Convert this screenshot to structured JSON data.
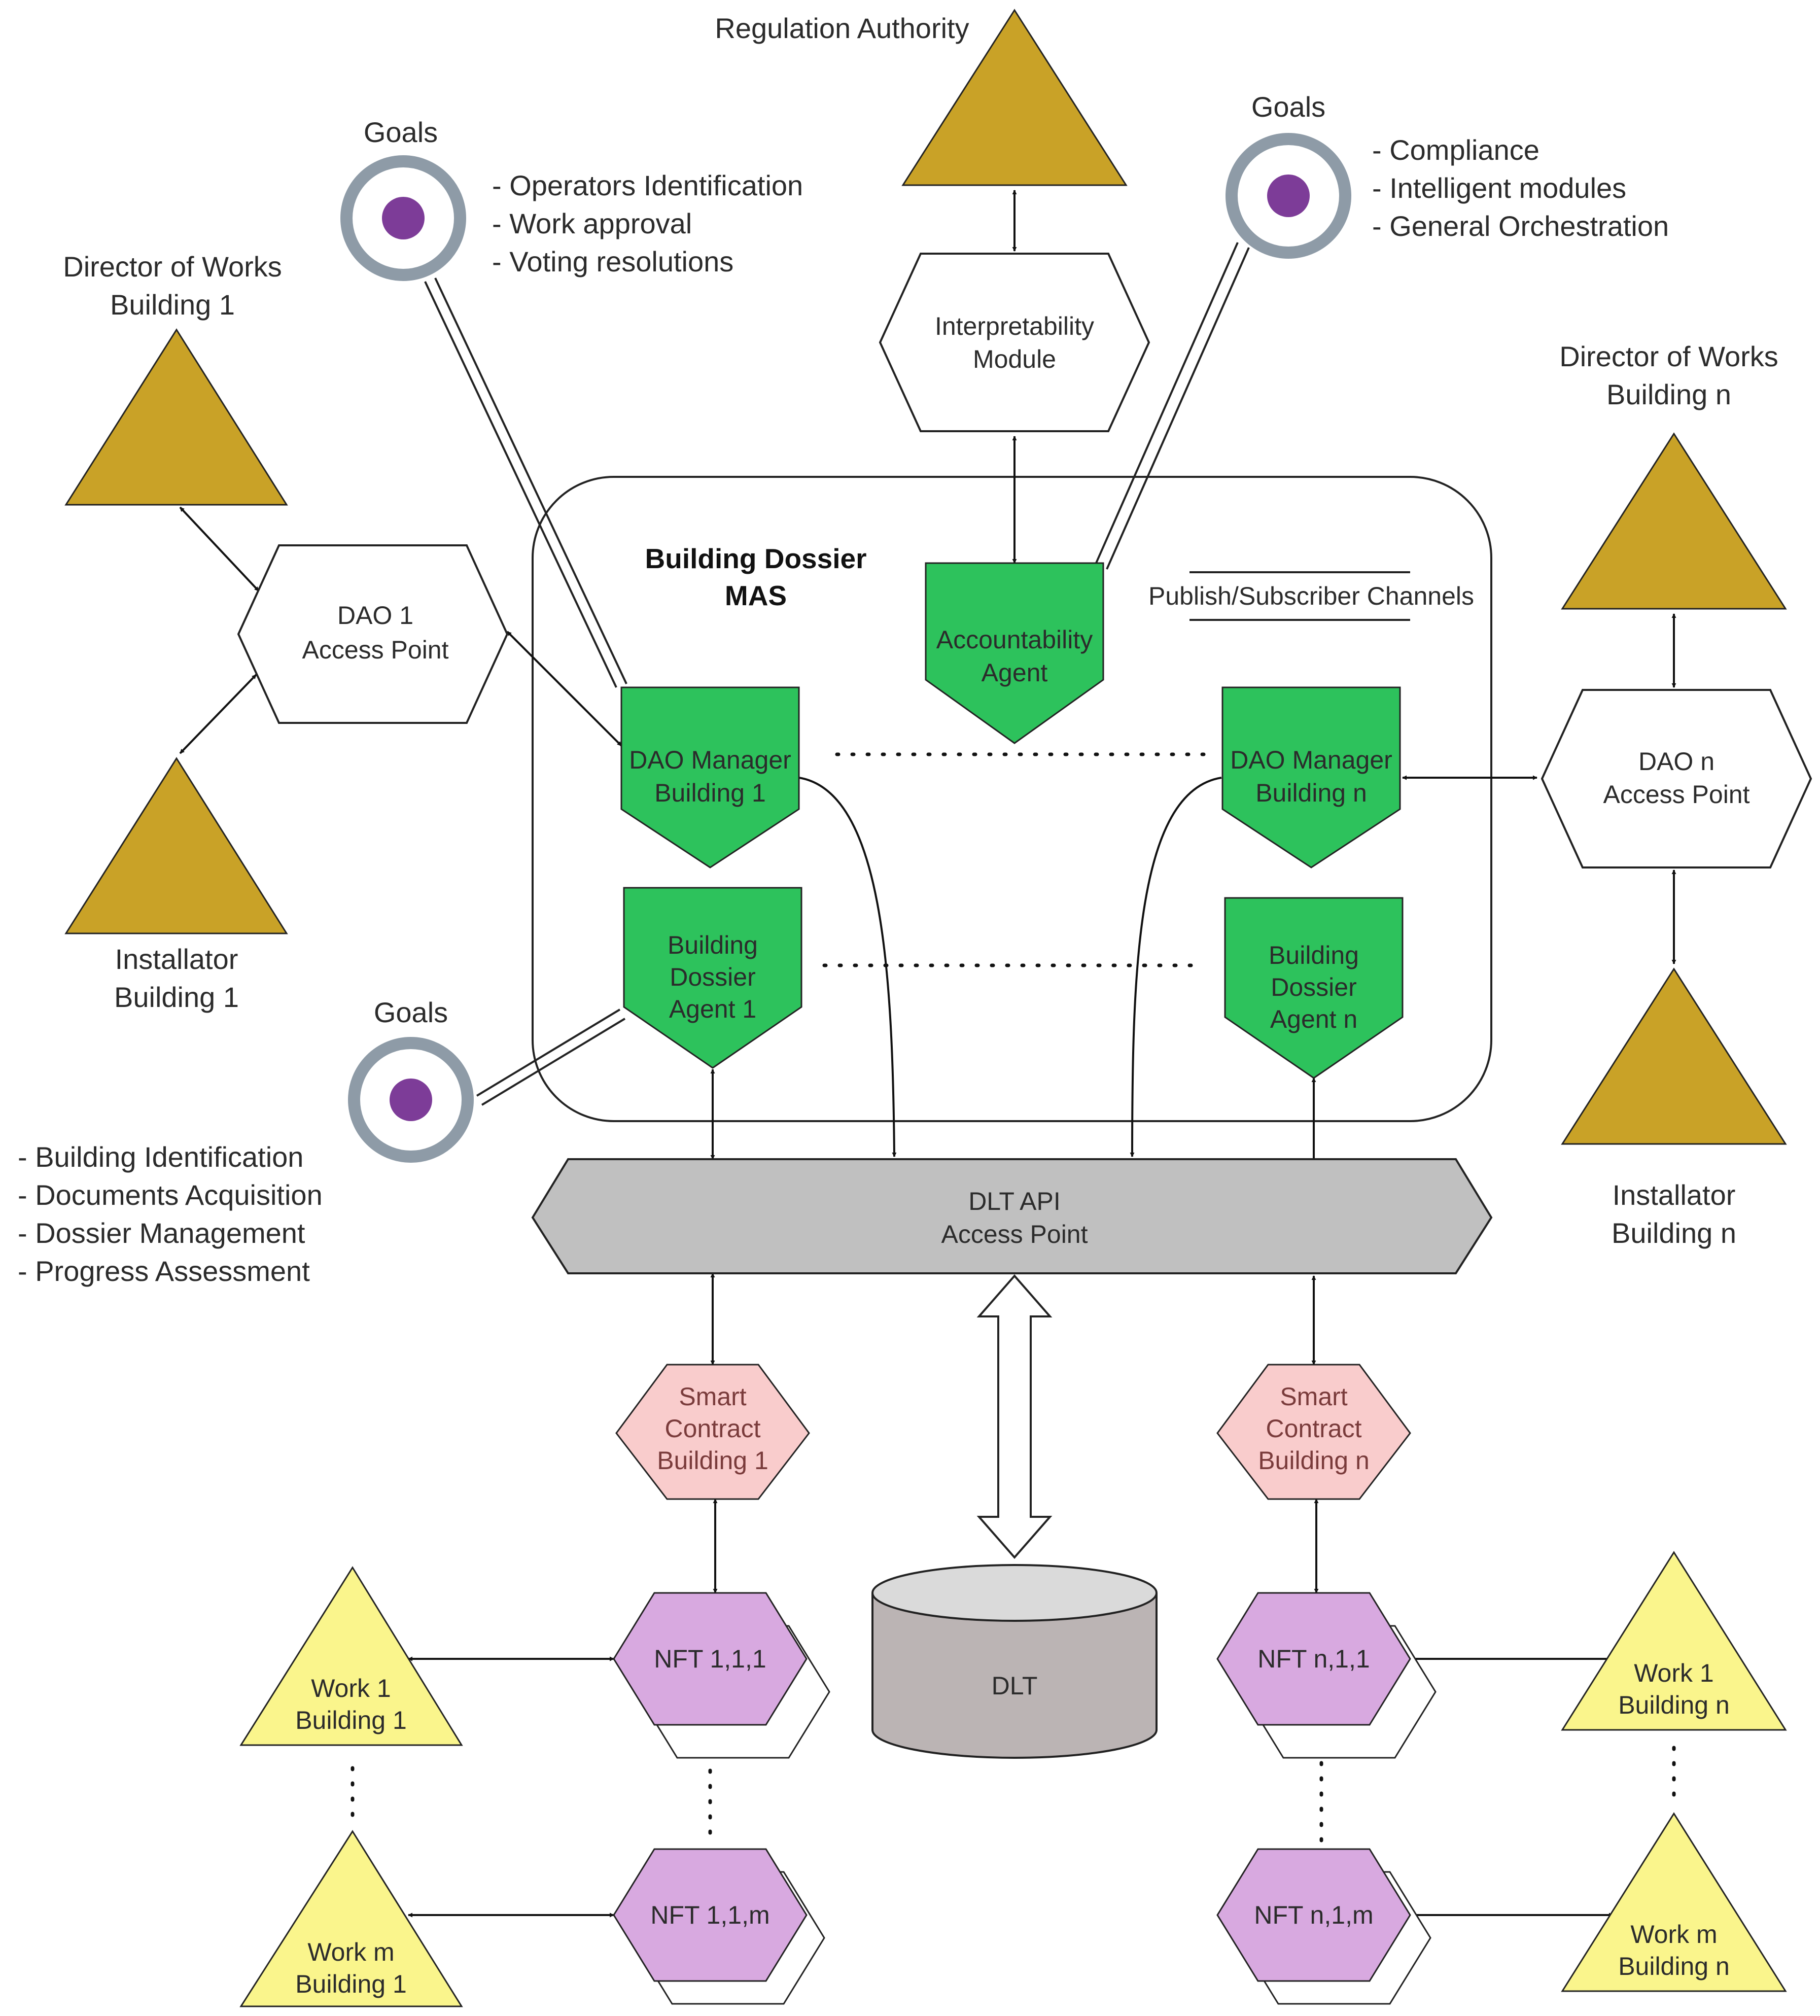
{
  "goals": [
    {
      "label": "Goals",
      "items": [
        "- Operators Identification",
        "- Work approval",
        "- Voting resolutions"
      ]
    },
    {
      "label": "Goals",
      "items": [
        "- Compliance",
        "- Intelligent modules",
        "- General Orchestration"
      ]
    },
    {
      "label": "Goals",
      "items": [
        "- Building Identification",
        "- Documents Acquisition",
        "- Dossier Management",
        "- Progress Assessment"
      ]
    }
  ],
  "actors": {
    "regulation_authority": "Regulation Authority",
    "director_1": [
      "Director of Works",
      "Building 1"
    ],
    "installator_1": [
      "Installator",
      "Building 1"
    ],
    "director_n": [
      "Director of Works",
      "Building n"
    ],
    "installator_n": [
      "Installator",
      "Building n"
    ]
  },
  "mas": {
    "title": [
      "Building Dossier",
      "MAS"
    ],
    "channels": "Publish/Subscriber Channels"
  },
  "hexagons": {
    "interpretability": [
      "Interpretability",
      "Module"
    ],
    "dao1": [
      "DAO 1",
      "Access Point"
    ],
    "daon": [
      "DAO n",
      "Access Point"
    ],
    "dlt_api": [
      "DLT API",
      "Access Point"
    ],
    "sc1": [
      "Smart",
      "Contract",
      "Building 1"
    ],
    "scn": [
      "Smart",
      "Contract",
      "Building n"
    ]
  },
  "agents": {
    "accountability": [
      "Accountability",
      "Agent"
    ],
    "dao_mgr_1": [
      "DAO Manager",
      "Building 1"
    ],
    "dao_mgr_n": [
      "DAO Manager",
      "Building n"
    ],
    "bda_1": [
      "Building",
      "Dossier",
      "Agent 1"
    ],
    "bda_n": [
      "Building",
      "Dossier",
      "Agent n"
    ]
  },
  "nfts": {
    "nft111": "NFT 1,1,1",
    "nft11m": "NFT 1,1,m",
    "nftn11": "NFT n,1,1",
    "nftn1m": "NFT n,1,m"
  },
  "dlt": "DLT",
  "works": {
    "w1b1": [
      "Work 1",
      "Building 1"
    ],
    "wmb1": [
      "Work m",
      "Building 1"
    ],
    "w1bn": [
      "Work 1",
      "Building n"
    ],
    "wmbn": [
      "Work m",
      "Building n"
    ]
  },
  "colors": {
    "actor": "#C9A227",
    "agent": "#2DC25C",
    "goal_ring": "#8E9BA7",
    "goal_dot": "#7D3C98",
    "nft": "#D8A9E0",
    "smart_contract": "#F9CCCC",
    "work": "#FAF58C",
    "dlt_api": "#C0C0C0",
    "dlt": "#BBB4B4"
  }
}
